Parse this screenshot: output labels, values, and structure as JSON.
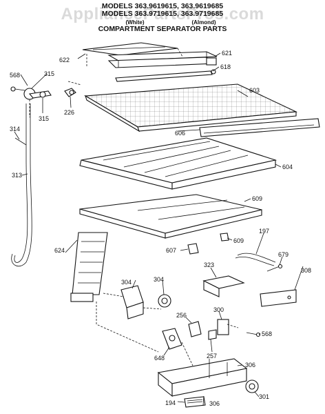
{
  "header": {
    "line1": "MODELS 363.9619615, 363.9619685",
    "line2": "MODELS 363.9719615, 363.9719685",
    "white": "(White)",
    "almond": "(Almond)",
    "title": "COMPARTMENT SEPARATOR PARTS"
  },
  "watermark": "AppliancePartsPros.com",
  "callouts": {
    "p622": "622",
    "p621": "621",
    "p618": "618",
    "p603": "603",
    "p606": "606",
    "p568a": "568",
    "p315a": "315",
    "p315b": "315",
    "p226": "226",
    "p314": "314",
    "p313": "313",
    "p604": "604",
    "p609a": "609",
    "p609b": "609",
    "p607": "607",
    "p624": "624",
    "p197": "197",
    "p679": "679",
    "p323": "323",
    "p308": "308",
    "p304a": "304",
    "p304b": "304",
    "p300": "300",
    "p256": "256",
    "p257": "257",
    "p568b": "568",
    "p648": "648",
    "p306a": "306",
    "p306b": "306",
    "p301": "301",
    "p194": "194"
  }
}
